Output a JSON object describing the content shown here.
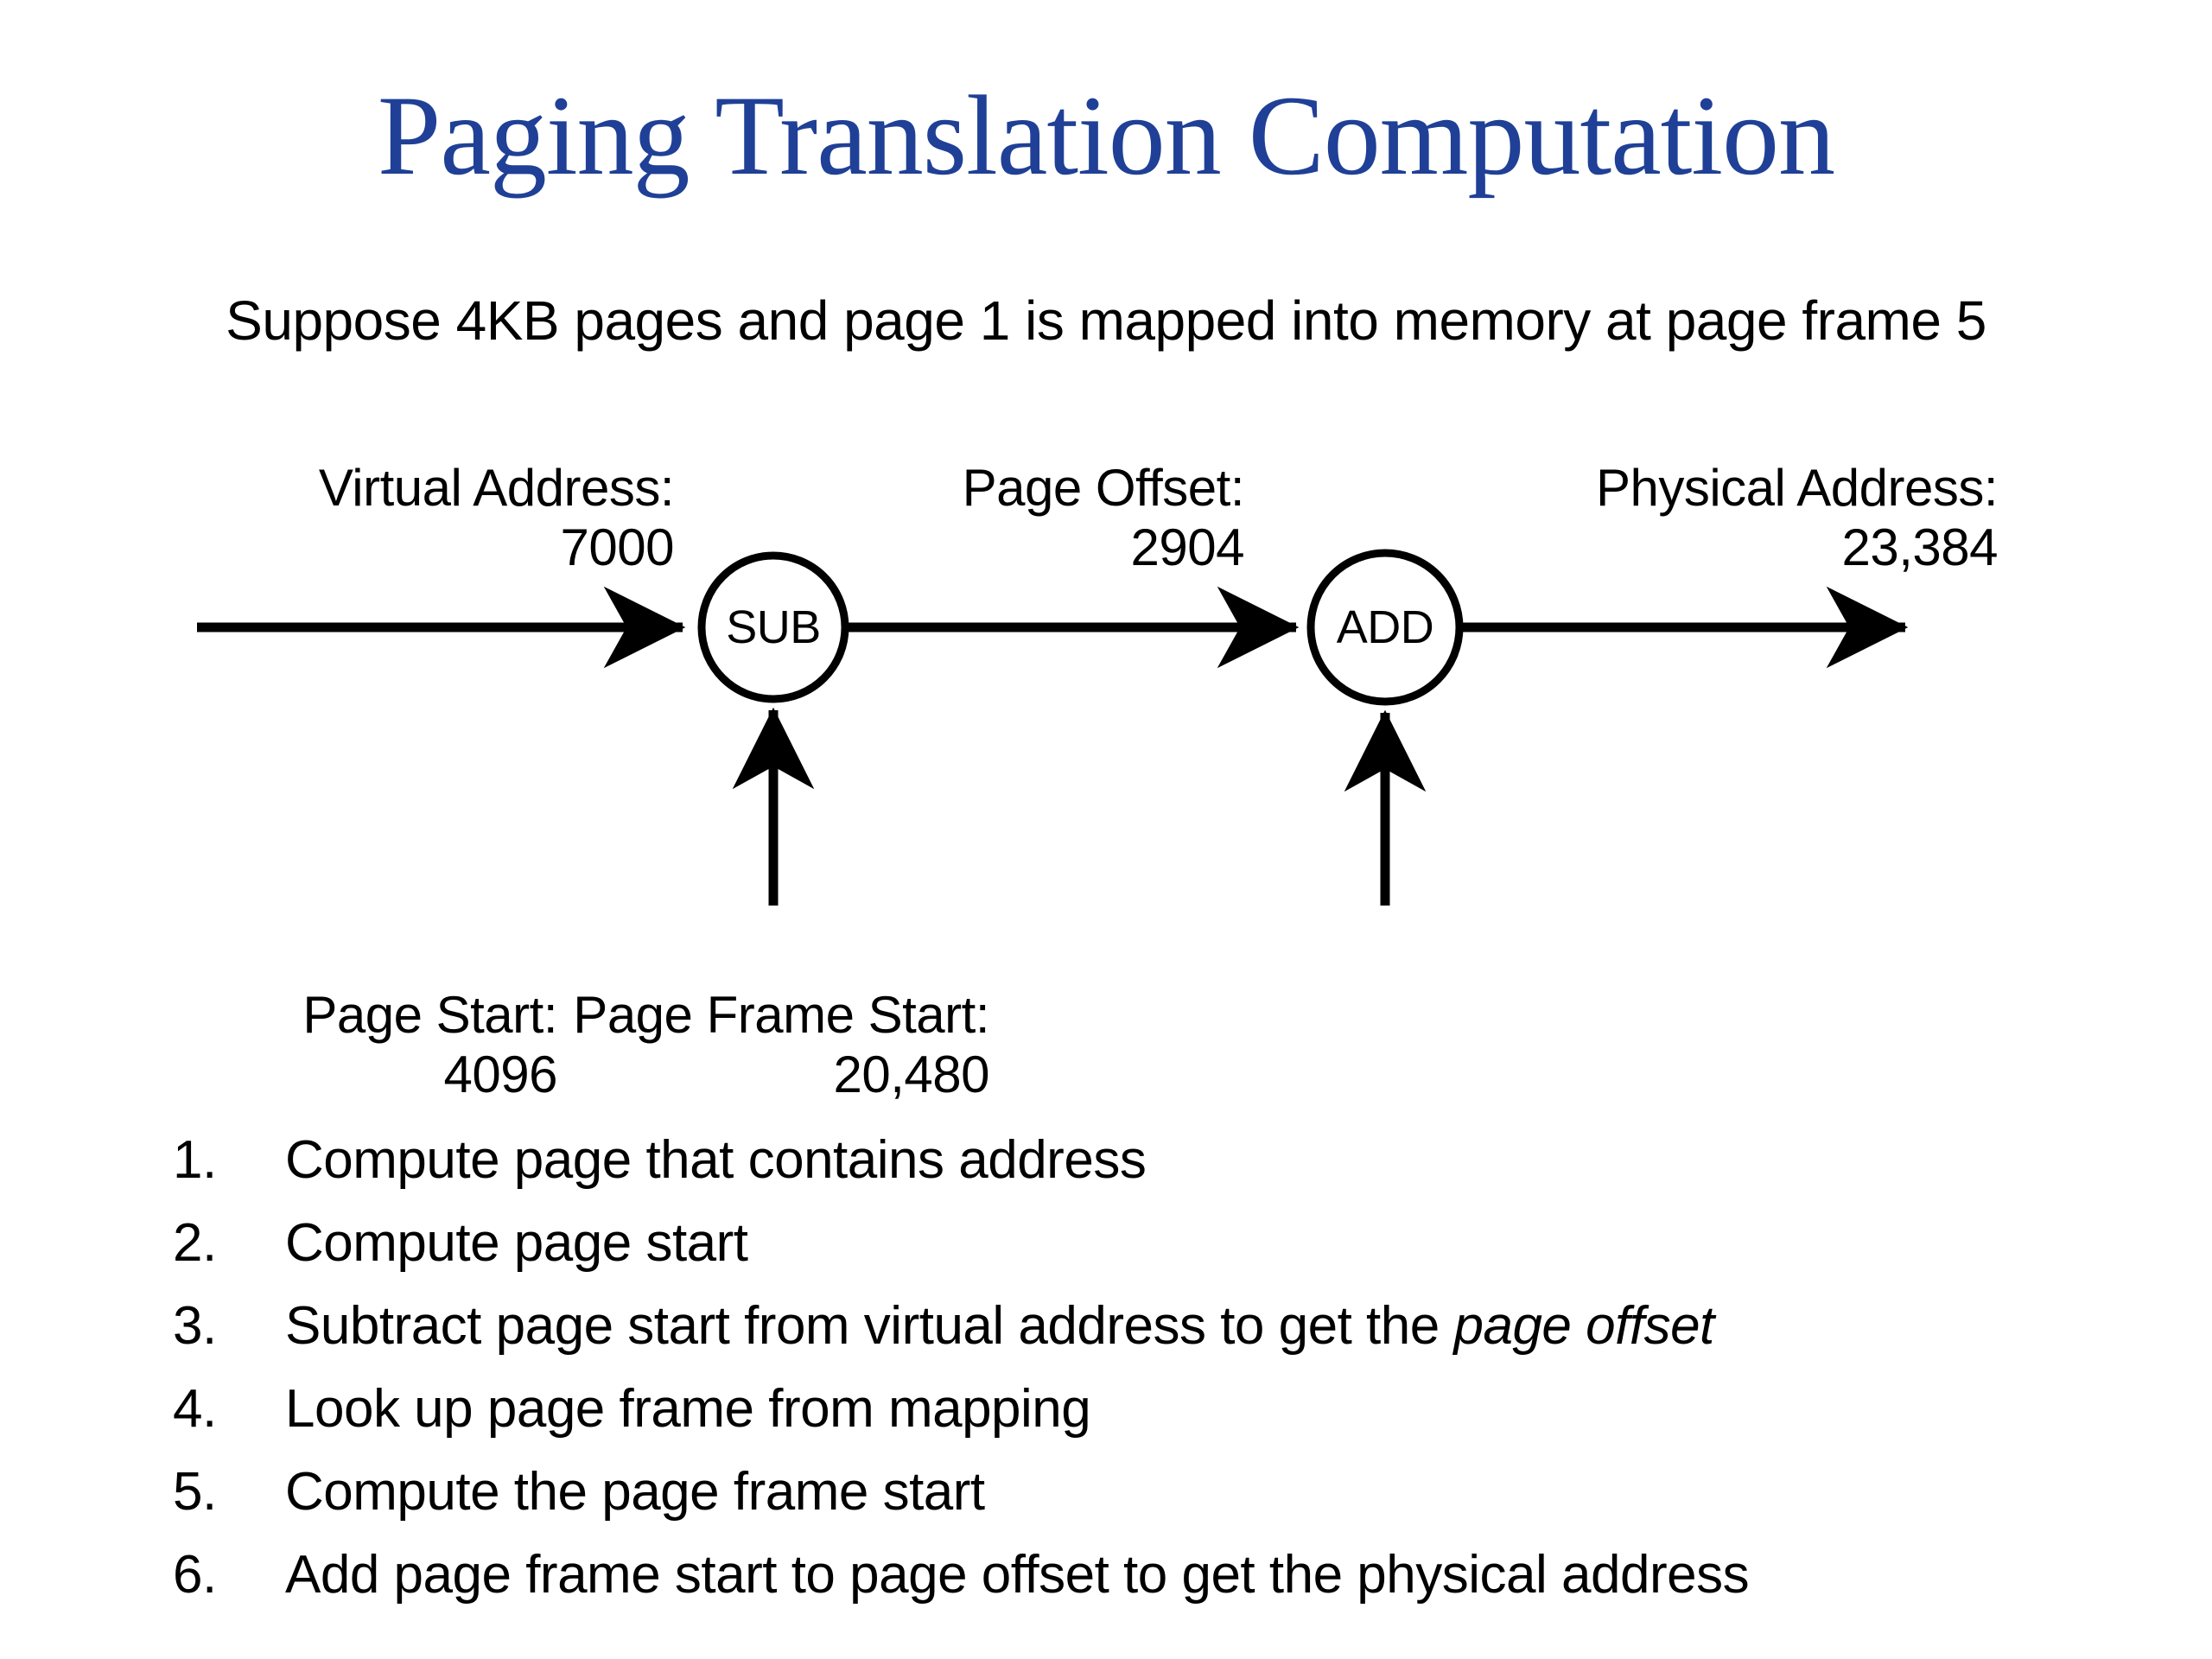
{
  "title": "Paging Translation Computation",
  "subtitle": "Suppose 4KB pages and page 1 is mapped into memory at page frame 5",
  "theme": {
    "title_color": "#1f4096",
    "text_color": "#000000",
    "background": "#ffffff",
    "stroke_color": "#000000"
  },
  "diagram": {
    "type": "flow",
    "nodes": [
      {
        "id": "sub",
        "label": "SUB",
        "shape": "circle"
      },
      {
        "id": "add",
        "label": "ADD",
        "shape": "circle"
      }
    ],
    "labels": {
      "virtual_address": {
        "caption": "Virtual Address:",
        "value": "7000"
      },
      "page_offset": {
        "caption": "Page Offset:",
        "value": "2904"
      },
      "physical_address": {
        "caption": "Physical Address:",
        "value": "23,384"
      },
      "page_start": {
        "caption": "Page Start:",
        "value": "4096"
      },
      "page_frame_start": {
        "caption": "Page Frame Start:",
        "value": "20,480"
      }
    }
  },
  "steps": [
    {
      "num": "1.",
      "text": "Compute page that contains address",
      "emphasis": ""
    },
    {
      "num": "2.",
      "text": "Compute page start",
      "emphasis": ""
    },
    {
      "num": "3.",
      "text": "Subtract page start from virtual address to get the ",
      "emphasis": "page offset"
    },
    {
      "num": "4.",
      "text": "Look up page frame from mapping",
      "emphasis": ""
    },
    {
      "num": "5.",
      "text": "Compute the page frame start",
      "emphasis": ""
    },
    {
      "num": "6.",
      "text": "Add page frame start to page offset to get the physical address",
      "emphasis": ""
    }
  ]
}
